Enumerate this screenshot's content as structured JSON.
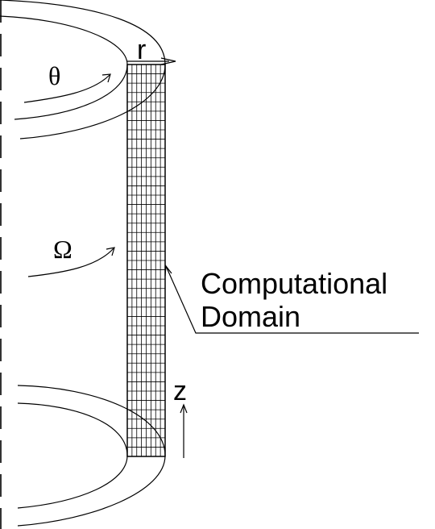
{
  "labels": {
    "radial": "r",
    "azimuthal": "θ",
    "rotation": "Ω",
    "axial": "z",
    "domain_line1": "Computational",
    "domain_line2": "Domain"
  },
  "grid": {
    "columns": 8,
    "rows": 42
  },
  "colors": {
    "stroke": "#000000",
    "background": "#ffffff"
  }
}
